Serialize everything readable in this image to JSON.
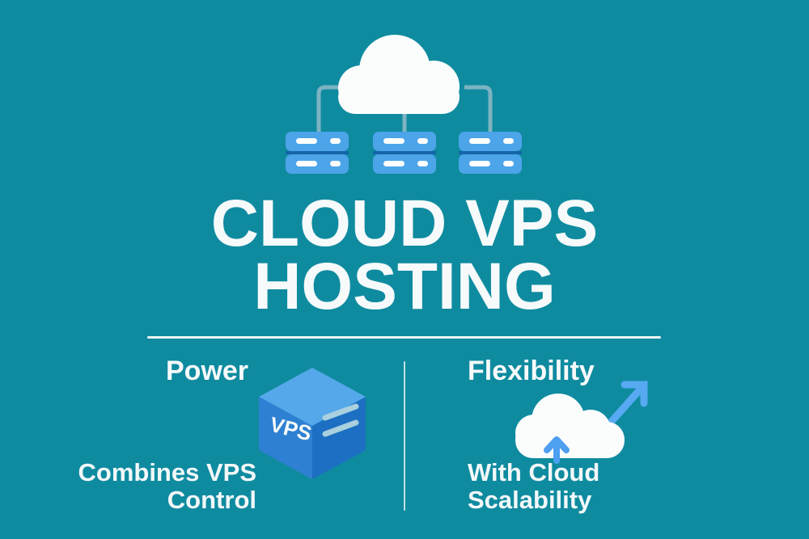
{
  "title": {
    "line1": "CLOUD VPS",
    "line2": "HOSTING"
  },
  "sections": {
    "left": {
      "heading": "Power",
      "icon": "vps-cube-icon",
      "cube_label": "VPS",
      "caption_line1": "Combines VPS",
      "caption_line2": "Control"
    },
    "right": {
      "heading": "Flexibility",
      "icon": "cloud-growth-arrow-icon",
      "caption_line1": "With Cloud",
      "caption_line2": "Scalability"
    }
  },
  "colors": {
    "background": "#0F8BA0",
    "text_white": "#F6FAFA",
    "cloud_white": "#FBFDFD",
    "connector": "#7DB3C2",
    "server_blue": "#4CA4E9",
    "server_gap_blue": "#1565A8",
    "server_dash_white": "#FFFFFF",
    "cube_top": "#55A9EB",
    "cube_left": "#2E80D2",
    "cube_right": "#1C6FC2",
    "cube_face_lines": "#A9D0DE",
    "growth_arrow_blue": "#57A9F2",
    "upload_arrow_blue": "#4D9FF0",
    "divider_white": "#EDF5F6"
  }
}
